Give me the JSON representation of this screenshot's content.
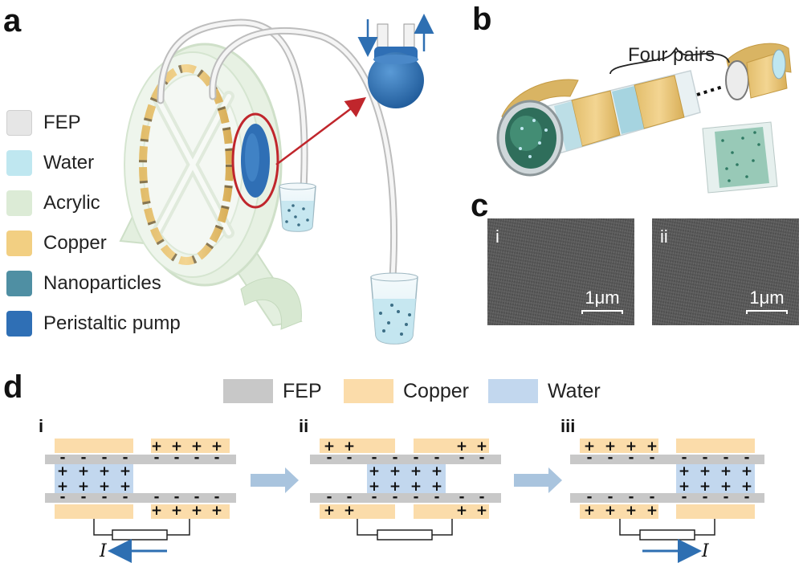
{
  "panels": {
    "a": "a",
    "b": "b",
    "c": "c",
    "d": "d"
  },
  "legend_a": [
    {
      "label": "FEP",
      "color": "#e6e6e6"
    },
    {
      "label": "Water",
      "color": "#bfe7f0"
    },
    {
      "label": "Acrylic",
      "color": "#dcebd6"
    },
    {
      "label": "Copper",
      "color": "#f2cf82"
    },
    {
      "label": "Nanoparticles",
      "color": "#4f8fa3"
    },
    {
      "label": "Peristaltic pump",
      "color": "#2f6fb5"
    }
  ],
  "panel_b": {
    "label": "Four pairs"
  },
  "panel_c": [
    {
      "label": "i",
      "scale": "1μm"
    },
    {
      "label": "ii",
      "scale": "1μm"
    }
  ],
  "legend_d": [
    {
      "label": "FEP",
      "color": "#c8c8c8"
    },
    {
      "label": "Copper",
      "color": "#fbdcaa"
    },
    {
      "label": "Water",
      "color": "#c2d7ee"
    }
  ],
  "panel_d": {
    "sub": [
      "i",
      "ii",
      "iii"
    ],
    "current_symbol": "I"
  },
  "colors": {
    "arrow_red": "#c0262c",
    "flow_blue": "#2e6fb2",
    "step_arrow": "#a9c4de"
  }
}
